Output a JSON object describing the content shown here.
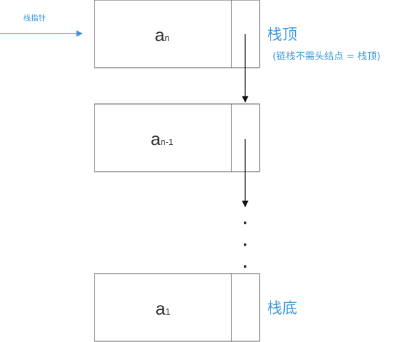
{
  "pointer": {
    "label": "栈指针"
  },
  "nodes": [
    {
      "data": "a",
      "sub": "n"
    },
    {
      "data": "a",
      "sub": "n-1"
    },
    {
      "data": "a",
      "sub": "1"
    }
  ],
  "labels": {
    "top": "栈顶",
    "top_note": "(链栈不需头结点 = 栈顶)",
    "bottom": "栈底"
  },
  "ellipsis_dots": [
    "·",
    "·",
    "·"
  ],
  "colors": {
    "accent": "#3d9ad9",
    "border": "#555555",
    "text": "#333333",
    "arrow": "#111111"
  }
}
